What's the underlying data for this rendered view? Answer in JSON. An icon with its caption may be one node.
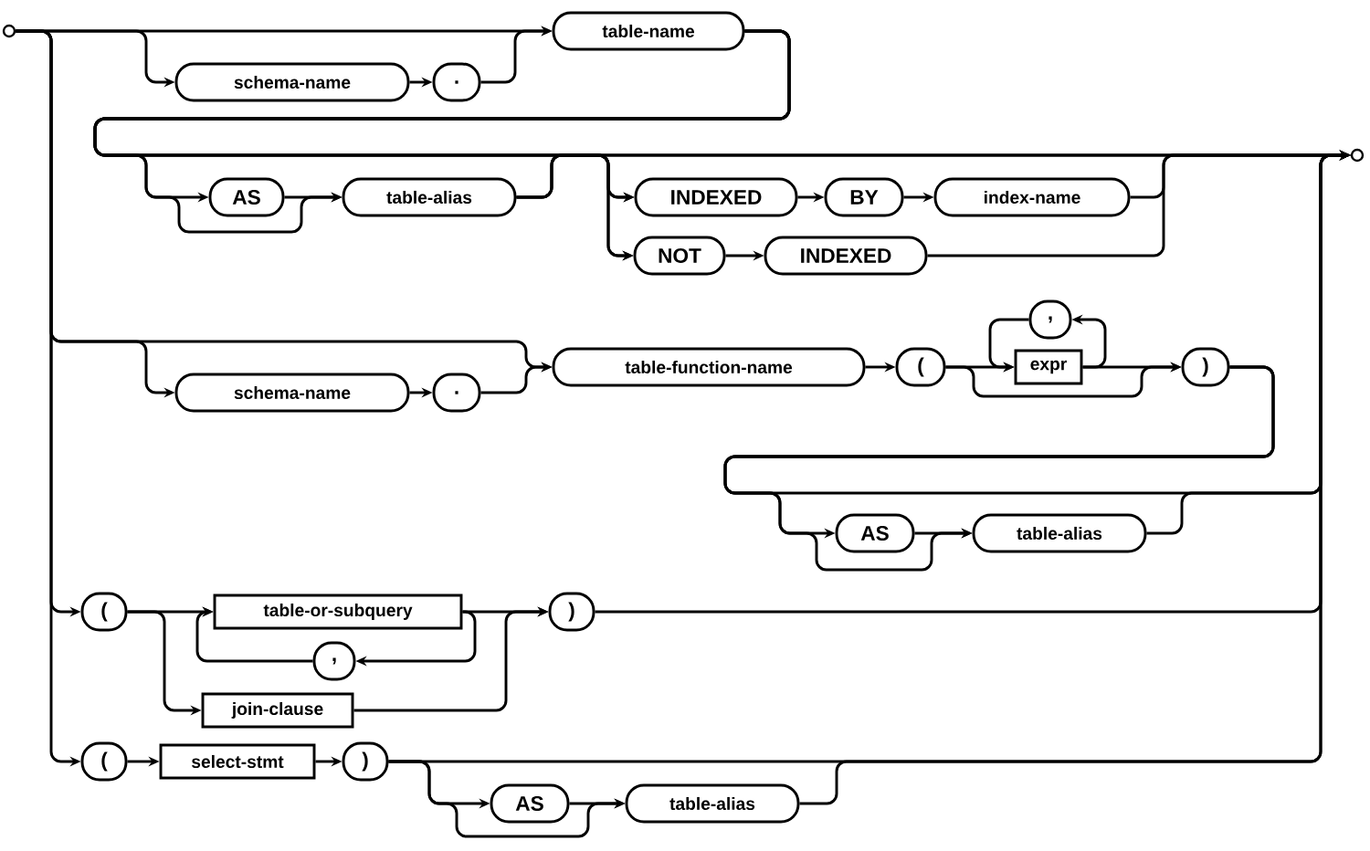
{
  "diagram": {
    "nodes": [
      {
        "text": [],
        "shape": "circle"
      },
      {
        "text": [
          "schema-name"
        ]
      },
      {
        "text": [
          "."
        ]
      },
      {
        "text": [
          "table-name"
        ]
      },
      {
        "text": [
          "AS"
        ]
      },
      {
        "text": [
          "table-alias"
        ]
      },
      {
        "text": [
          "INDEXED"
        ]
      },
      {
        "text": [
          "BY"
        ]
      },
      {
        "text": [
          "index-name"
        ]
      },
      {
        "text": [
          "NOT"
        ]
      },
      {
        "text": [
          "INDEXED"
        ]
      },
      {
        "text": [],
        "shape": "circle"
      },
      {
        "text": [
          "schema-name"
        ]
      },
      {
        "text": [
          "."
        ]
      },
      {
        "text": [
          "table-function-name"
        ]
      },
      {
        "text": [
          "("
        ]
      },
      {
        "text": [
          "expr"
        ]
      },
      {
        "text": [
          ","
        ]
      },
      {
        "text": [
          ")"
        ]
      },
      {
        "text": [
          "AS"
        ]
      },
      {
        "text": [
          "table-alias"
        ]
      },
      {
        "text": [
          "("
        ]
      },
      {
        "text": [
          "table-or-subquery"
        ]
      },
      {
        "text": [
          ","
        ]
      },
      {
        "text": [
          "join-clause"
        ]
      },
      {
        "text": [
          ")"
        ]
      },
      {
        "text": [
          "("
        ]
      },
      {
        "text": [
          "select-stmt"
        ]
      },
      {
        "text": [
          ")"
        ]
      },
      {
        "text": [
          "AS"
        ]
      },
      {
        "text": [
          "table-alias"
        ]
      }
    ],
    "edges": [
      {
        "from": 0,
        "to": 1,
        "arrow": "to"
      },
      {
        "from": 0,
        "to": 3,
        "arrow": "to"
      },
      {
        "from": 1,
        "to": 2,
        "arrow": "to"
      },
      {
        "from": 2,
        "to": 3,
        "arrow": "to"
      },
      {
        "from": 3,
        "to": 4,
        "arrow": "to"
      },
      {
        "from": 3,
        "to": 5,
        "arrow": "to"
      },
      {
        "from": 3,
        "to": 6,
        "arrow": "to"
      },
      {
        "from": 3,
        "to": 9,
        "arrow": "to"
      },
      {
        "from": 3,
        "to": 11,
        "arrow": "to"
      },
      {
        "from": 4,
        "to": 5,
        "arrow": "to"
      },
      {
        "from": 5,
        "to": 6,
        "arrow": "to"
      },
      {
        "from": 5,
        "to": 9,
        "arrow": "to"
      },
      {
        "from": 5,
        "to": 11,
        "arrow": "to"
      },
      {
        "from": 6,
        "to": 7,
        "arrow": "to"
      },
      {
        "from": 7,
        "to": 8,
        "arrow": "to"
      },
      {
        "from": 8,
        "to": 11,
        "arrow": "to"
      },
      {
        "from": 9,
        "to": 10,
        "arrow": "to"
      },
      {
        "from": 10,
        "to": 11,
        "arrow": "to"
      },
      {
        "from": 0,
        "to": 12,
        "arrow": "to"
      },
      {
        "from": 0,
        "to": 14,
        "arrow": "to"
      },
      {
        "from": 12,
        "to": 13,
        "arrow": "to"
      },
      {
        "from": 13,
        "to": 14,
        "arrow": "to"
      },
      {
        "from": 14,
        "to": 15,
        "arrow": "to"
      },
      {
        "from": 15,
        "to": 16,
        "arrow": "to"
      },
      {
        "from": 16,
        "to": 17,
        "arrow": "to"
      },
      {
        "from": 17,
        "to": 16,
        "arrow": "to"
      },
      {
        "from": 16,
        "to": 18,
        "arrow": "to"
      },
      {
        "from": 15,
        "to": 18,
        "arrow": "to"
      },
      {
        "from": 18,
        "to": 19,
        "arrow": "to"
      },
      {
        "from": 18,
        "to": 20,
        "arrow": "to"
      },
      {
        "from": 18,
        "to": 11,
        "arrow": "to"
      },
      {
        "from": 19,
        "to": 20,
        "arrow": "to"
      },
      {
        "from": 20,
        "to": 11,
        "arrow": "to"
      },
      {
        "from": 0,
        "to": 21,
        "arrow": "to"
      },
      {
        "from": 21,
        "to": 22,
        "arrow": "to"
      },
      {
        "from": 21,
        "to": 24,
        "arrow": "to"
      },
      {
        "from": 22,
        "to": 23,
        "arrow": "to"
      },
      {
        "from": 23,
        "to": 22,
        "arrow": "to"
      },
      {
        "from": 22,
        "to": 25,
        "arrow": "to"
      },
      {
        "from": 24,
        "to": 25,
        "arrow": "to"
      },
      {
        "from": 25,
        "to": 11,
        "arrow": "to"
      },
      {
        "from": 0,
        "to": 26,
        "arrow": "to"
      },
      {
        "from": 26,
        "to": 27,
        "arrow": "to"
      },
      {
        "from": 27,
        "to": 28,
        "arrow": "to"
      },
      {
        "from": 28,
        "to": 11,
        "arrow": "to"
      },
      {
        "from": 28,
        "to": 29,
        "arrow": "to"
      },
      {
        "from": 28,
        "to": 30,
        "arrow": "to"
      },
      {
        "from": 29,
        "to": 30,
        "arrow": "to"
      },
      {
        "from": 30,
        "to": 11,
        "arrow": "to"
      }
    ]
  }
}
